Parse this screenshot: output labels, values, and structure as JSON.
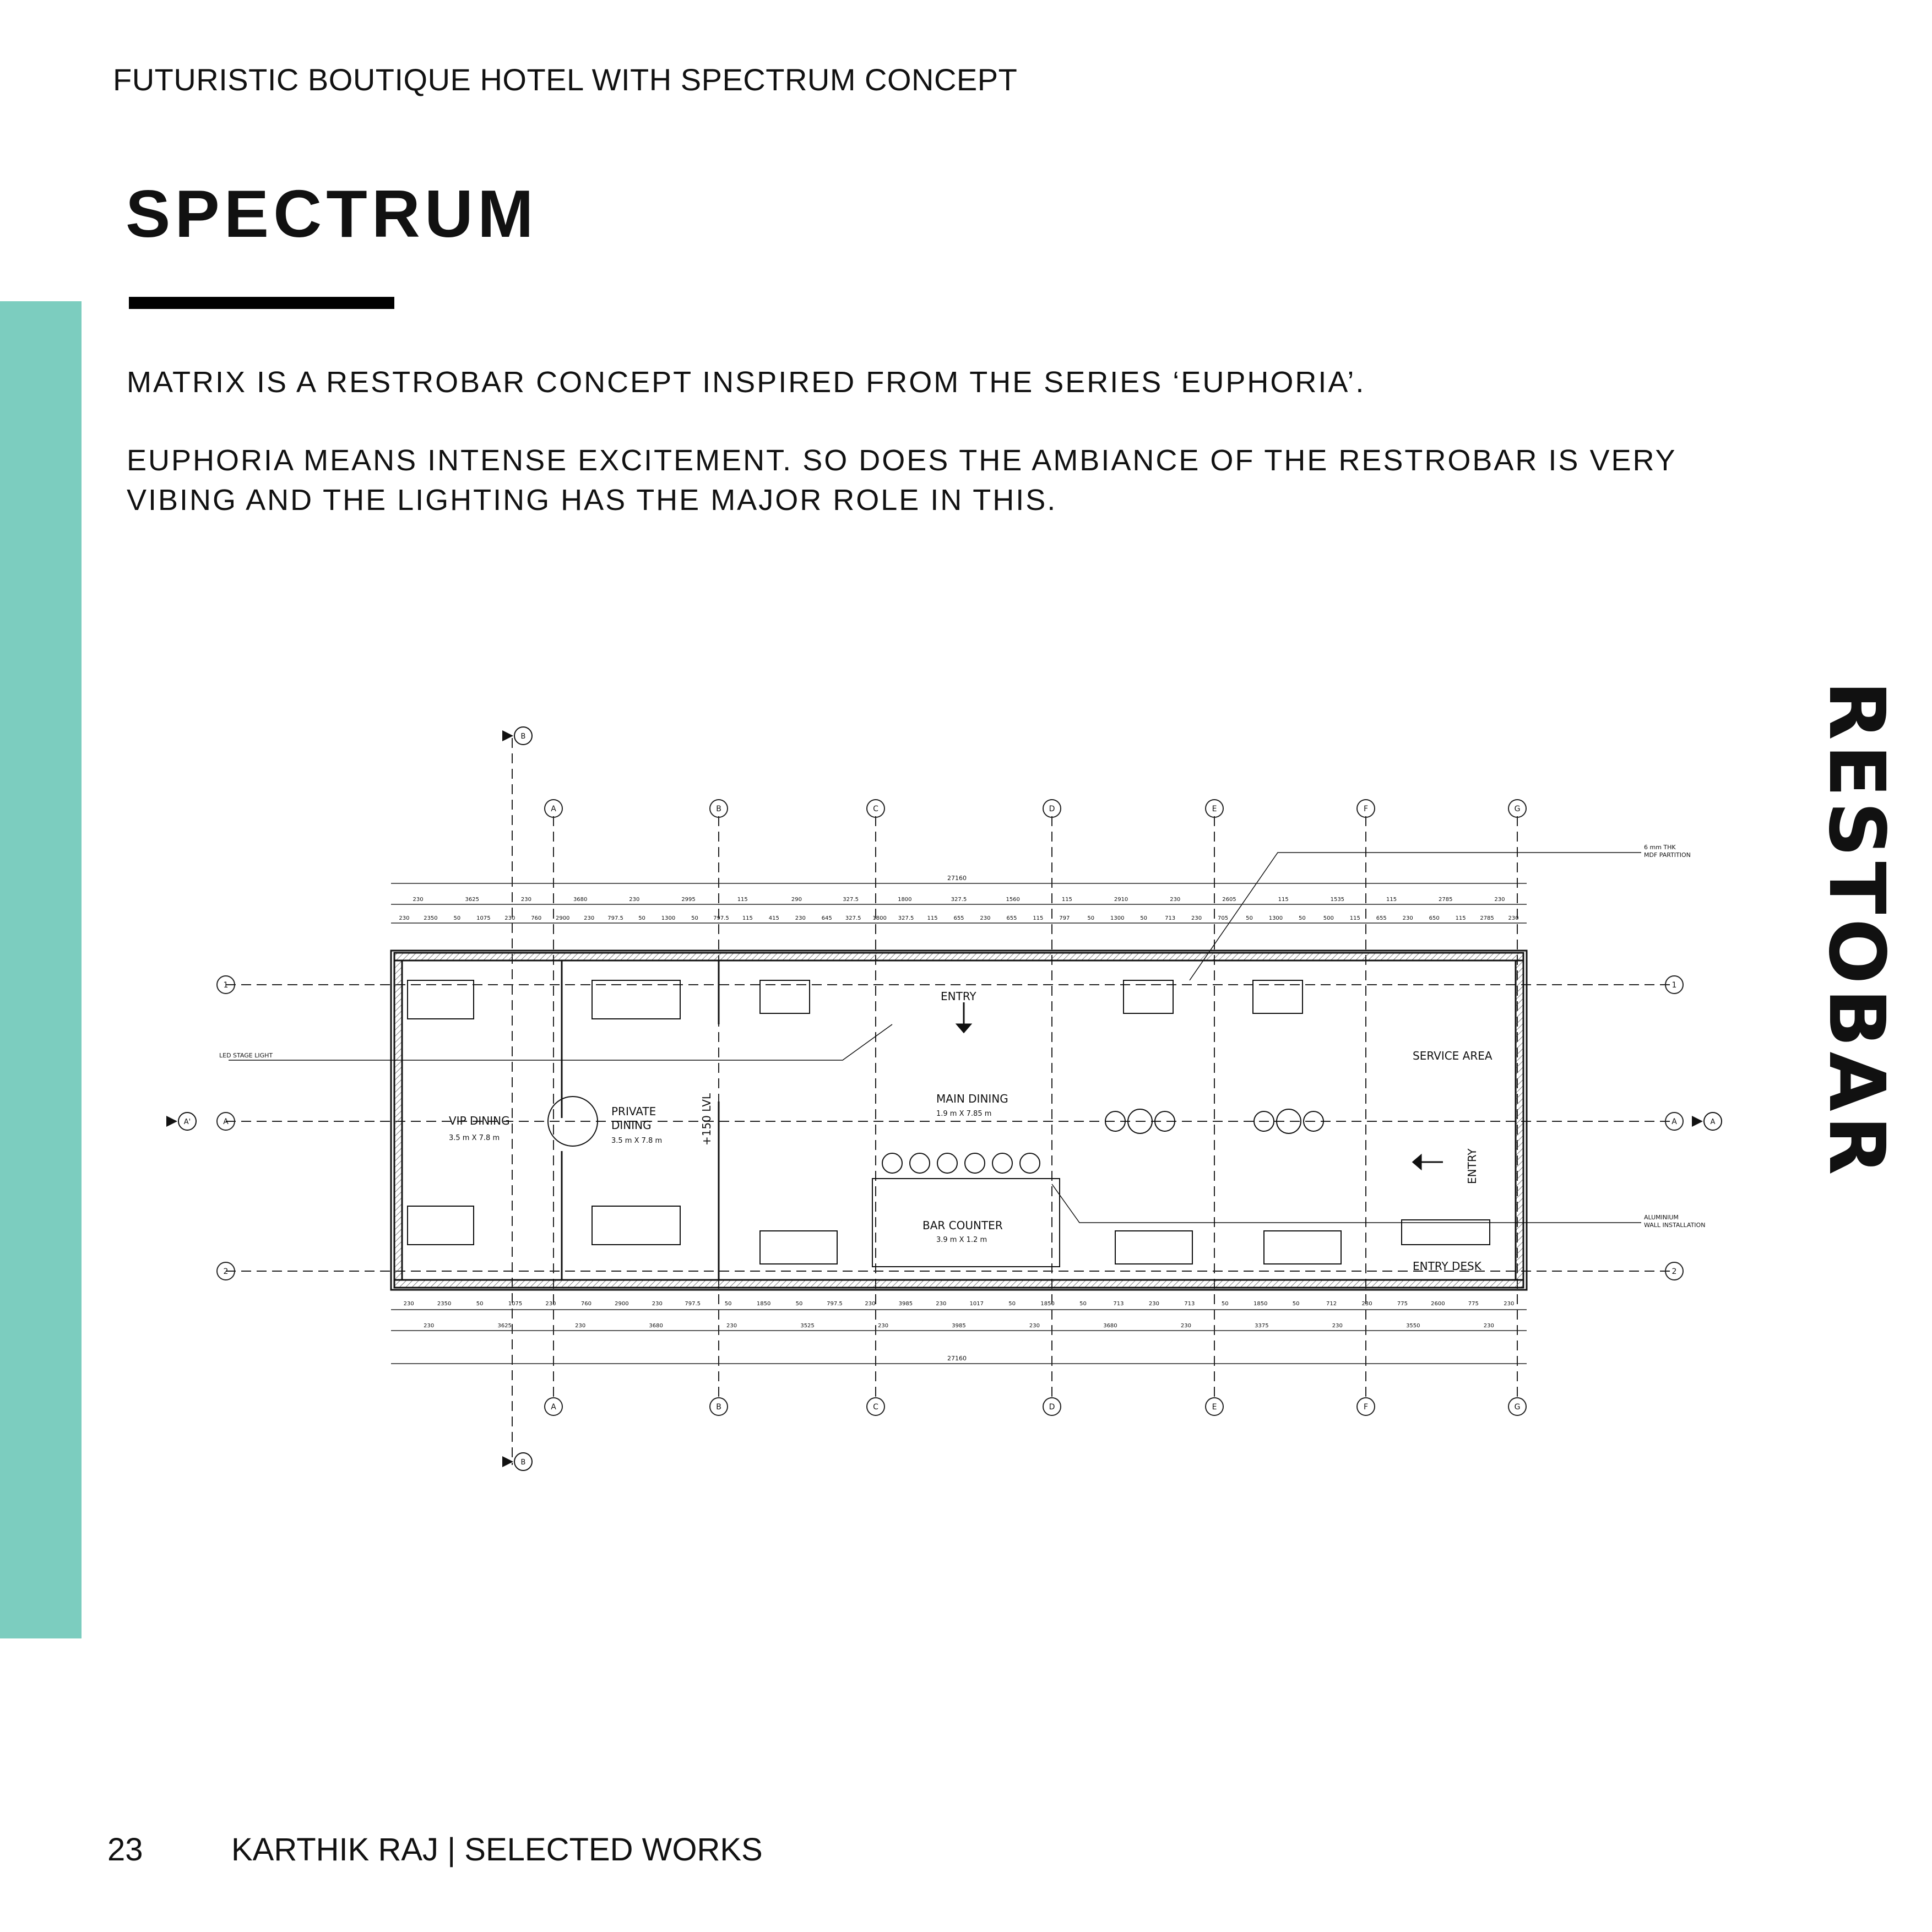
{
  "header": {
    "kicker": "FUTURISTIC BOUTIQUE HOTEL WITH SPECTRUM CONCEPT"
  },
  "title": "SPECTRUM",
  "paragraphs": [
    "MATRIX IS A RESTROBAR CONCEPT INSPIRED FROM THE SERIES ‘EUPHORIA’.",
    "EUPHORIA MEANS INTENSE EXCITEMENT. SO DOES THE AMBIANCE OF THE RESTROBAR IS VERY VIBING AND THE LIGHTING HAS THE MAJOR ROLE IN THIS."
  ],
  "side_label": "RESTOBAR",
  "colors": {
    "accent": "#7ccdbf",
    "text": "#111111"
  },
  "plan": {
    "grid_columns": [
      "A",
      "B",
      "C",
      "D",
      "E",
      "F",
      "G"
    ],
    "grid_rows": [
      "1",
      "A",
      "2"
    ],
    "section_marks": [
      "B",
      "B",
      "A'",
      "A"
    ],
    "overall_dimension": "27160",
    "dims_top_1": [
      "230",
      "3625",
      "230",
      "3680",
      "230",
      "2995",
      "115",
      "290",
      "327.5",
      "1800",
      "327.5",
      "1560",
      "115",
      "2910",
      "230",
      "2605",
      "115",
      "1535",
      "115",
      "2785",
      "230"
    ],
    "dims_top_2": [
      "230",
      "2350",
      "50",
      "1075",
      "230",
      "760",
      "2900",
      "230",
      "797.5",
      "50",
      "1300",
      "50",
      "797.5",
      "115",
      "415",
      "230",
      "645",
      "327.5",
      "1800",
      "327.5",
      "115",
      "655",
      "230",
      "655",
      "115",
      "797",
      "50",
      "1300",
      "50",
      "713",
      "230",
      "705",
      "50",
      "1300",
      "50",
      "500",
      "115",
      "655",
      "230",
      "650",
      "115",
      "2785",
      "230"
    ],
    "dims_bottom_1": [
      "230",
      "2350",
      "50",
      "1075",
      "230",
      "760",
      "2900",
      "230",
      "797.5",
      "50",
      "1850",
      "50",
      "797.5",
      "230",
      "3985",
      "230",
      "1017",
      "50",
      "1850",
      "50",
      "713",
      "230",
      "713",
      "50",
      "1850",
      "50",
      "712",
      "230",
      "775",
      "2600",
      "775",
      "230"
    ],
    "dims_bottom_2": [
      "230",
      "3625",
      "230",
      "3680",
      "230",
      "3525",
      "230",
      "3985",
      "230",
      "3680",
      "230",
      "3375",
      "230",
      "3550",
      "230"
    ],
    "rooms": {
      "vip": "VIP DINING",
      "vip_size": "3.5 m X 7.8 m",
      "private_1": "PRIVATE",
      "private_2": "DINING",
      "private_size": "3.5 m X 7.8 m",
      "main": "MAIN DINING",
      "main_size": "1.9 m X 7.85 m",
      "bar": "BAR COUNTER",
      "bar_size": "3.9 m X 1.2 m",
      "service": "SERVICE AREA",
      "entry_desk": "ENTRY DESK",
      "entry_top": "ENTRY",
      "entry_right": "ENTRY",
      "level": "+150 LVL"
    },
    "callouts": {
      "mdf_1": "6 mm THK",
      "mdf_2": "MDF PARTITION",
      "led": "LED STAGE LIGHT",
      "alu_1": "ALUMINIUM",
      "alu_2": "WALL INSTALLATION"
    }
  },
  "footer": {
    "page_number": "23",
    "credit": "KARTHIK RAJ | SELECTED WORKS"
  }
}
